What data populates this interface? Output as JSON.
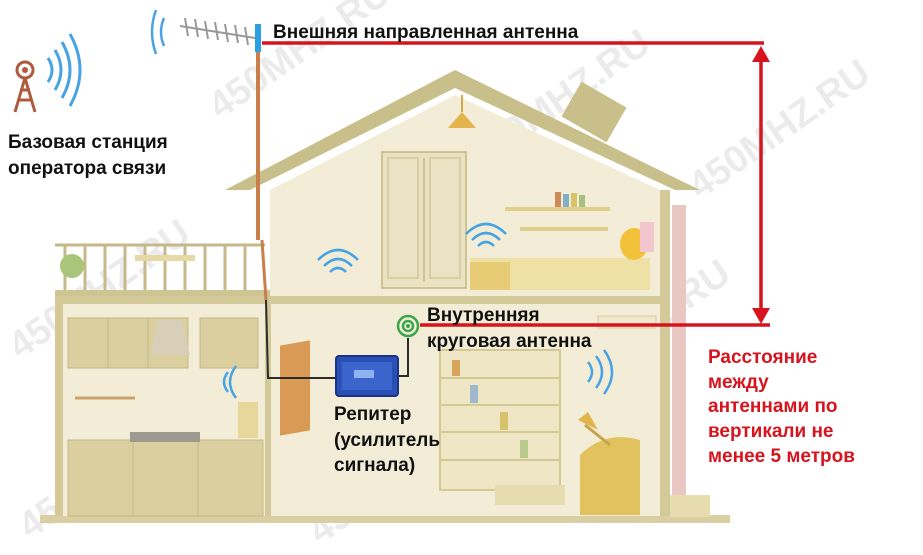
{
  "labels": {
    "external_antenna": "Внешняя направленная антенна",
    "base_station_line1": "Базовая станция",
    "base_station_line2": "оператора связи",
    "internal_antenna_line1": "Внутренняя",
    "internal_antenna_line2": "круговая антенна",
    "repeater_line1": "Репитер",
    "repeater_line2": "(усилитель",
    "repeater_line3": "сигнала)",
    "distance_line1": "Расстояние",
    "distance_line2": "между",
    "distance_line3": "антеннами по",
    "distance_line4": "вертикали не",
    "distance_line5": "менее 5 метров"
  },
  "watermark": "450MHZ.RU",
  "colors": {
    "red_line": "#d7141e",
    "house_wall": "#f3edd8",
    "roof": "#c9bf8a",
    "signal_waves": "#47a3e3",
    "repeater": "#2a4fb5",
    "cable": "#2b2b2b"
  }
}
